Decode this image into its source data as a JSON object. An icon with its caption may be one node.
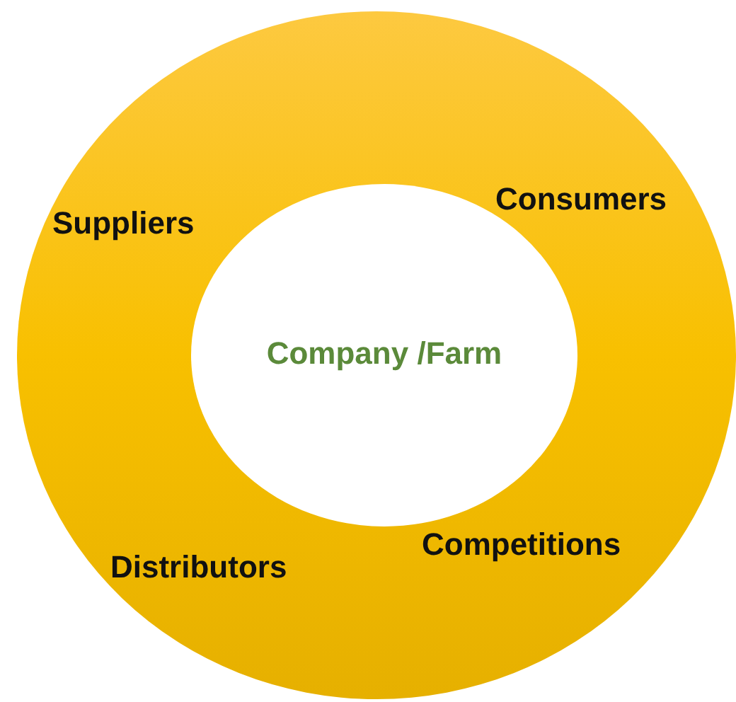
{
  "diagram": {
    "nodes": [
      {
        "text": [
          "Consumers",
          "Suppliers",
          "Competitions",
          "Distributors"
        ]
      },
      {
        "text": [
          "Company /Farm"
        ],
        "in": 0
      }
    ]
  }
}
